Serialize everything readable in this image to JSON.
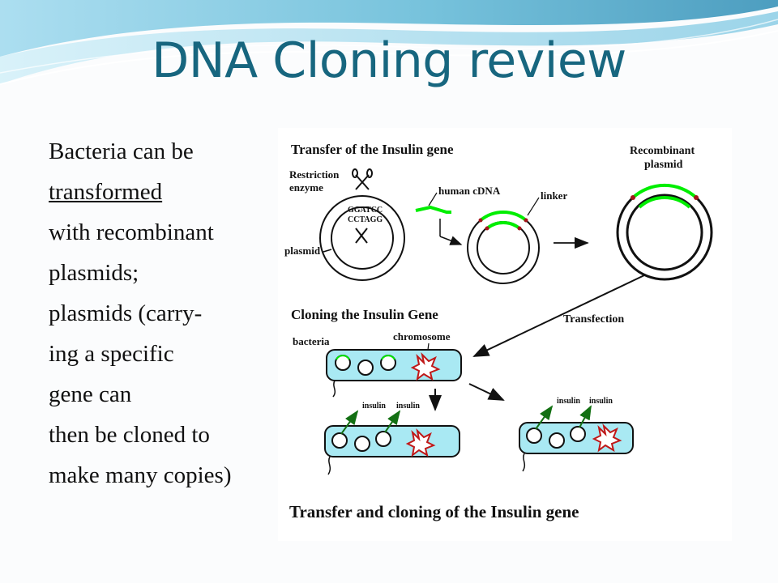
{
  "slide": {
    "title": "DNA Cloning review",
    "body_lines": [
      "Bacteria can be",
      "transformed",
      "with recombinant",
      "plasmids;",
      "plasmids (carry-",
      "ing a specific",
      "gene can",
      "then be cloned  to",
      "make many copies)"
    ]
  },
  "figure": {
    "heading_transfer": "Transfer of the Insulin gene",
    "label_restriction_1": "Restriction",
    "label_restriction_2": "enzyme",
    "seq_top": "GGATCC",
    "seq_bottom": "CCTAGG",
    "label_plasmid": "plasmid",
    "label_human_cdna": "human cDNA",
    "label_linker": "linker",
    "label_recombinant_1": "Recombinant",
    "label_recombinant_2": "plasmid",
    "heading_cloning": "Cloning the Insulin Gene",
    "label_transfection": "Transfection",
    "label_bacteria": "bacteria",
    "label_chromosome": "chromosome",
    "label_insulin": "insulin",
    "caption": "Transfer and cloning of the Insulin gene"
  },
  "colors": {
    "title": "#17667f",
    "gene": "#00ee00",
    "cell_fill": "#a9e9f3",
    "arrow_green": "#137013",
    "linker_red": "#a4161b"
  }
}
